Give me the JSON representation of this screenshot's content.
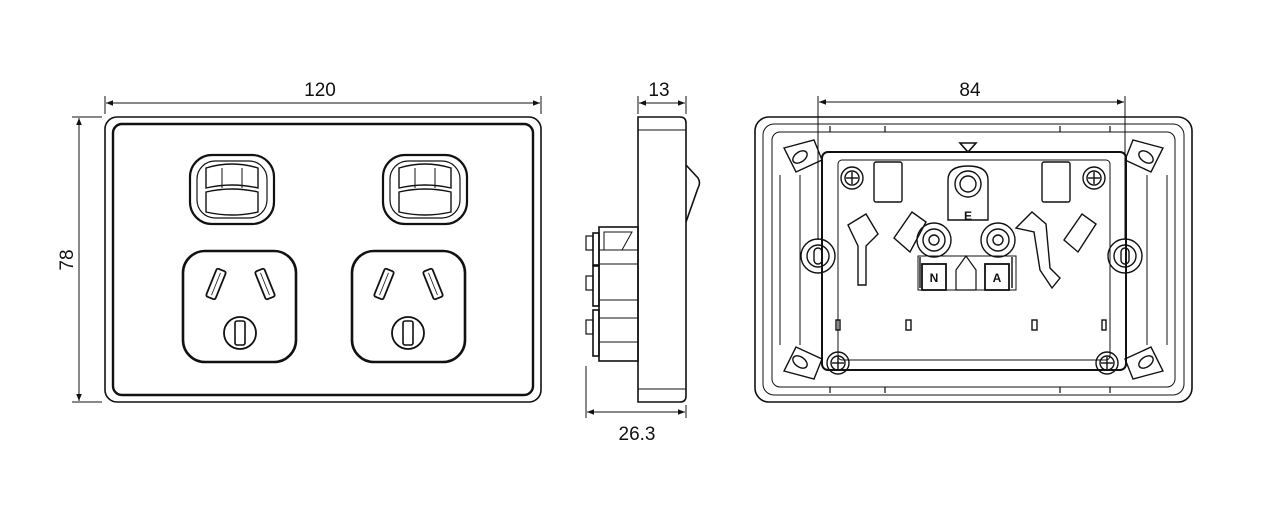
{
  "colors": {
    "line": "#111111",
    "background": "#ffffff"
  },
  "front_view": {
    "width_label": "120",
    "height_label": "78"
  },
  "side_view": {
    "depth_label": "13",
    "total_depth_label": "26.3"
  },
  "rear_view": {
    "mounting_centres_label": "84",
    "earth_label": "E",
    "neutral_label": "N",
    "active_label": "A"
  }
}
